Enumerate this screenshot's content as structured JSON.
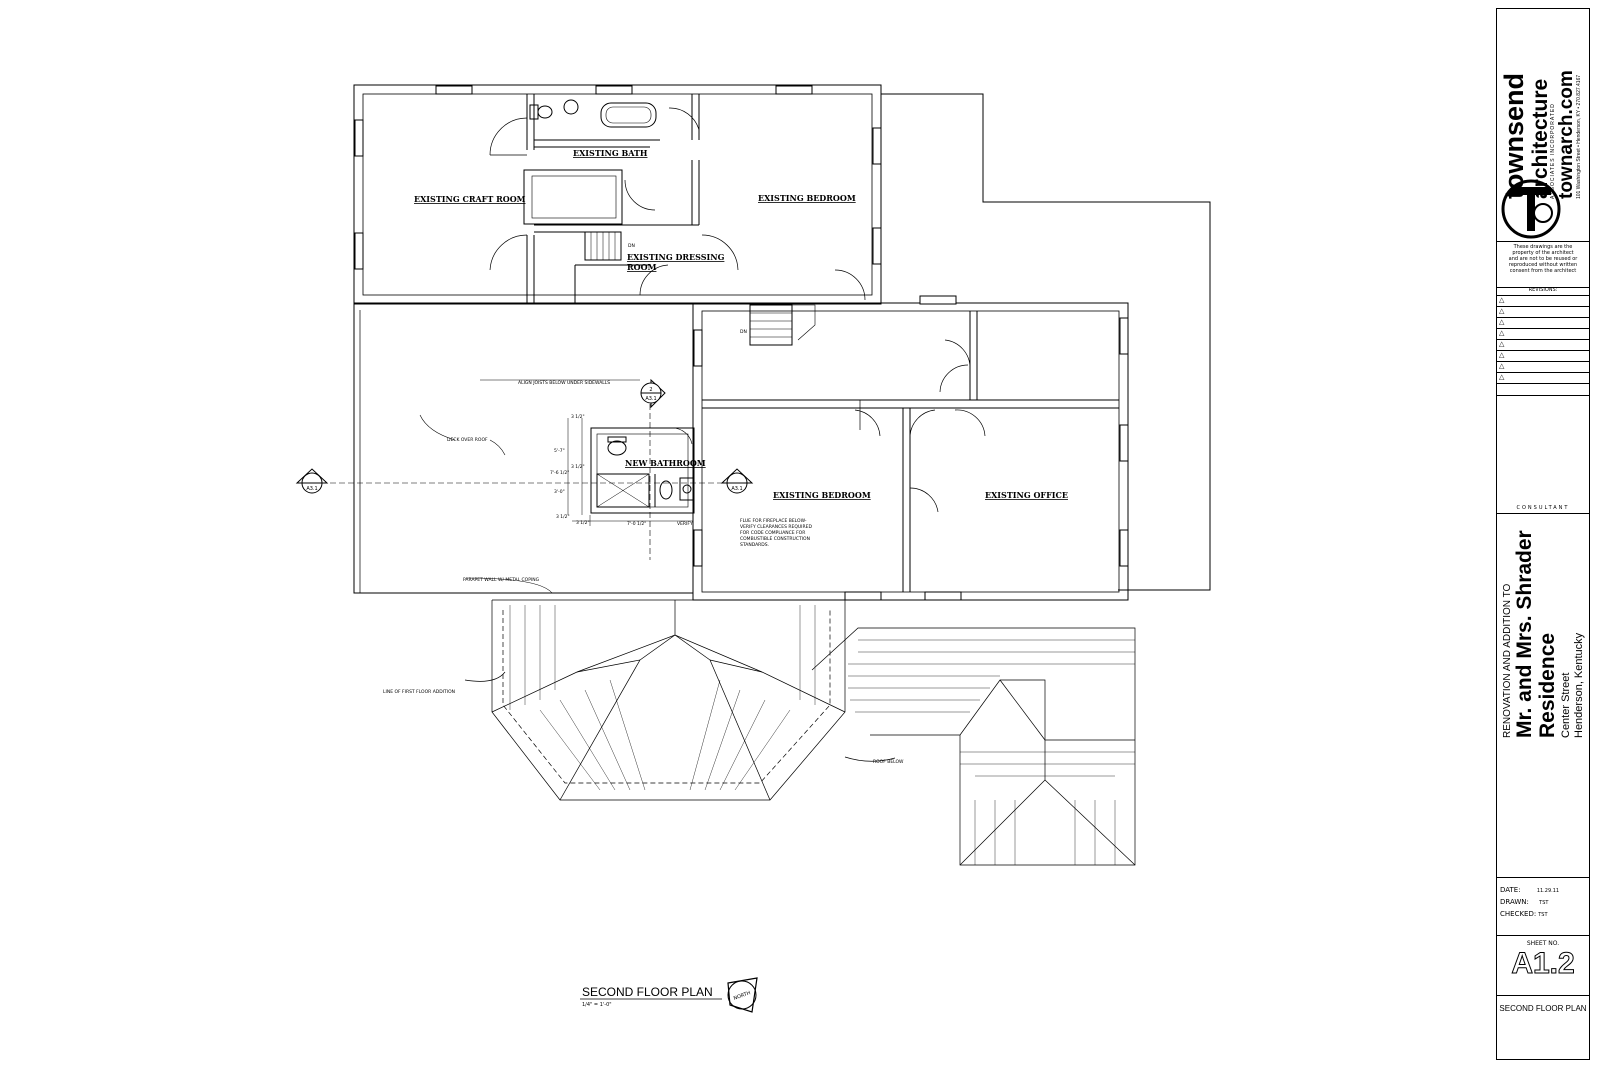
{
  "rooms": {
    "craft": "EXISTING CRAFT ROOM",
    "bath": "EXISTING BATH",
    "bedroom_ne": "EXISTING BEDROOM",
    "dressing_1": "EXISTING DRESSING",
    "dressing_2": "ROOM",
    "new_bath": "NEW BATHROOM",
    "bedroom_s": "EXISTING BEDROOM",
    "office": "EXISTING OFFICE"
  },
  "notes": {
    "align": "ALIGN JOISTS BELOW UNDER SIDEWALLS",
    "deck": "DECK OVER ROOF",
    "flue_1": "FLUE FOR FIREPLACE BELOW-",
    "flue_2": "VERIFY CLEARANCES REQUIRED",
    "flue_3": "FOR CODE COMPLIANCE FOR",
    "flue_4": "COMBUSTIBLE CONSTRUCTION",
    "flue_5": "STANDARDS.",
    "parapet": "PARAPET WALL W/ METAL COPING",
    "first_floor": "LINE OF FIRST FLOOR ADDITION",
    "roof_below": "ROOF BELOW",
    "dn_1": "DN",
    "dn_2": "DN",
    "verify": "VERIFY"
  },
  "dimensions": {
    "d1": "3 1/2\"",
    "d2": "5'-7\"",
    "d3": "3 1/2\"",
    "d4": "7'-6 1/2\"",
    "d5": "3'-0\"",
    "d6": "3 1/2\"",
    "d7": "3 1/2\"",
    "d8": "7'-0 1/2\""
  },
  "section_marks": {
    "left": "A3.1",
    "right": "A3.1",
    "top_num": "2",
    "top_sheet": "A3.1"
  },
  "drawing_title": {
    "title": "SECOND FLOOR PLAN",
    "scale": "1/4\" = 1'-0\"",
    "north": "NORTH"
  },
  "title_block": {
    "firm_1": "townsend",
    "firm_2": "architecture",
    "firm_tag": "ASSOCIATES INCORPORATED",
    "firm_web": "townarch.com",
    "firm_address": "101 Washington Street • Henderson, KY • 270.827.4167",
    "logo_letters": "Ta",
    "disclaimer": "These drawings are the property of the architect and are not to be reused or reproduced without written consent from the architect",
    "revisions_label": "REVISIONS:",
    "revision_count": 8,
    "consultant_label": "CONSULTANT",
    "project_line_1": "RENOVATION AND ADDITION TO",
    "project_line_2": "Mr. and Mrs. Shrader",
    "project_line_3": "Residence",
    "project_line_4": "Center Street",
    "project_line_5": "Henderson, Kentucky",
    "date_label": "DATE:",
    "date_value": "11.29.11",
    "drawn_label": "DRAWN:",
    "drawn_value": "TST",
    "checked_label": "CHECKED:",
    "checked_value": "TST",
    "sheet_label": "SHEET NO.",
    "sheet_no": "A1.2",
    "sheet_title": "SECOND FLOOR PLAN"
  }
}
